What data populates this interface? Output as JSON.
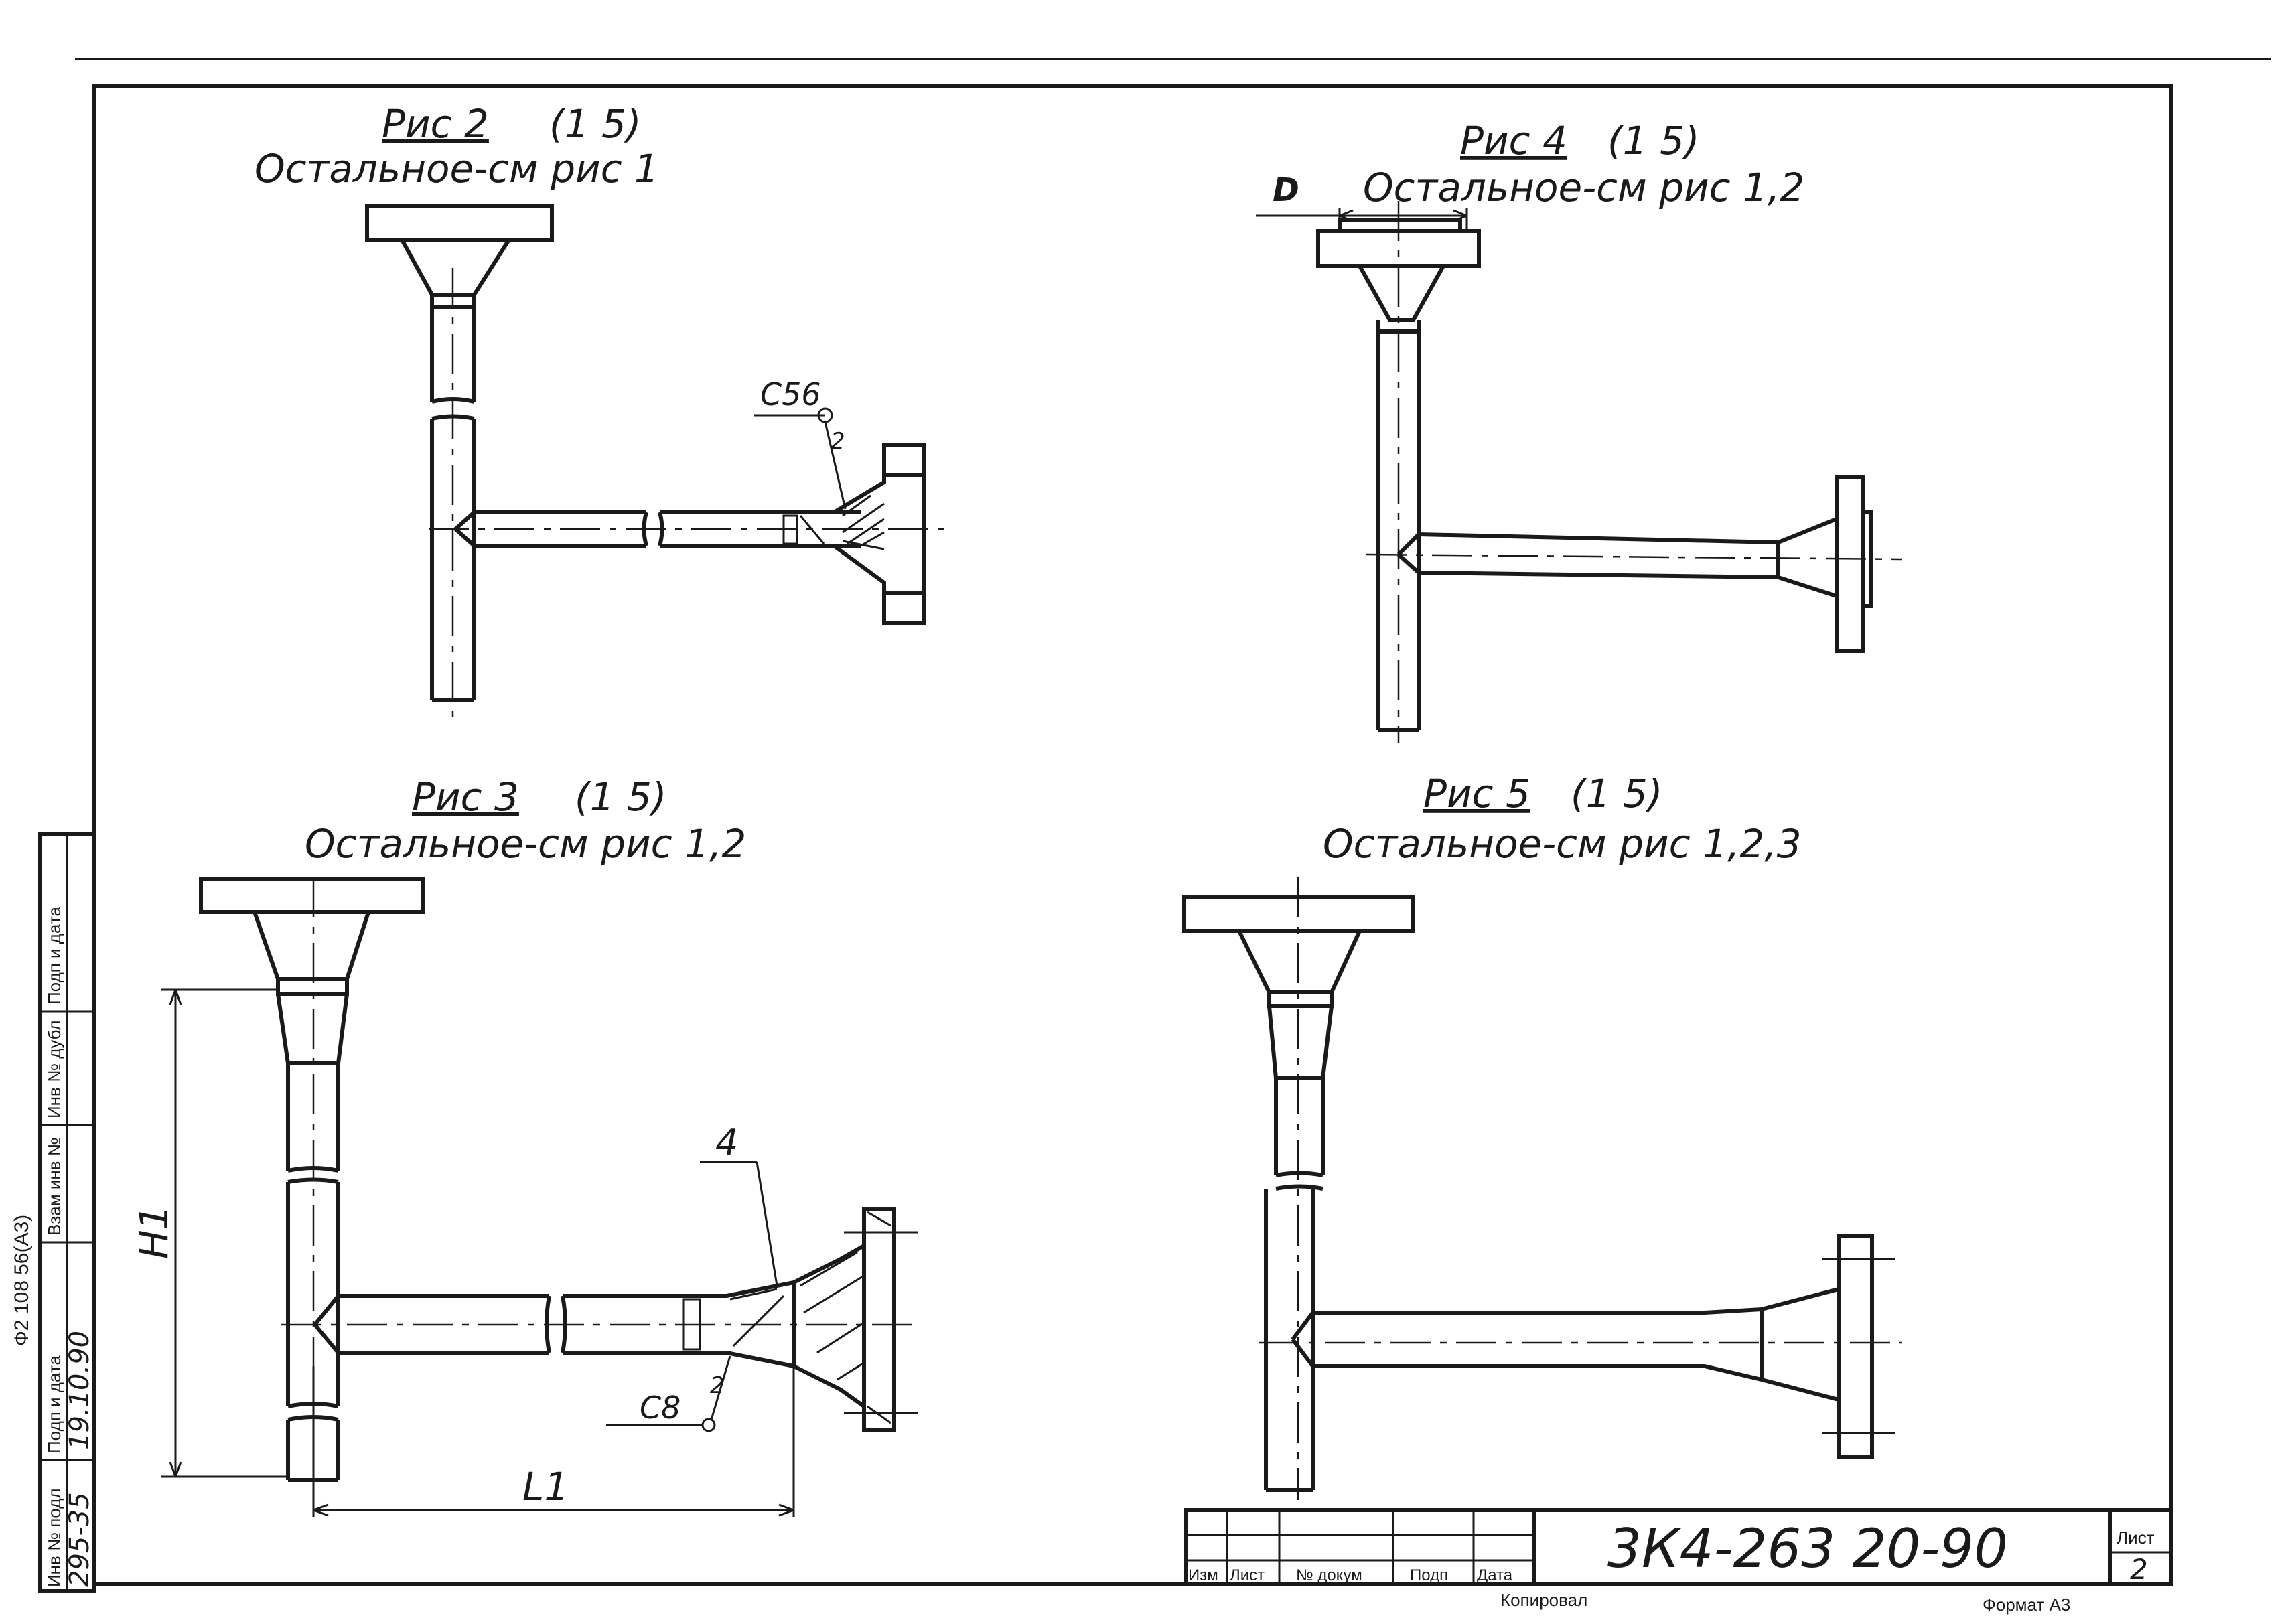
{
  "figures": {
    "fig2": {
      "title": "Рис 2",
      "scale": "(1 5)",
      "note": "Остальное-см рис 1",
      "weld_label": "С56",
      "weld_leg": "2"
    },
    "fig3": {
      "title": "Рис 3",
      "scale": "(1 5)",
      "note": "Остальное-см рис 1,2",
      "part_label": "4",
      "weld_label": "С8",
      "weld_leg": "2",
      "dim_height": "Н1",
      "dim_length": "L1"
    },
    "fig4": {
      "title": "Рис 4",
      "scale": "(1 5)",
      "note": "Остальное-см рис 1,2",
      "dim_diameter": "D"
    },
    "fig5": {
      "title": "Рис 5",
      "scale": "(1 5)",
      "note": "Остальное-см рис 1,2,3"
    }
  },
  "left_stamp": {
    "doc_code": "Ф2 108 56(А3)",
    "columns": [
      "Инв № подл",
      "Подп и дата",
      "Взам инв №",
      "Инв № дубл",
      "Подп и дата"
    ],
    "values": [
      "295-35",
      "19.10.90"
    ]
  },
  "title_block": {
    "headers": [
      "Изм",
      "Лист",
      "№ докум",
      "Подп",
      "Дата"
    ],
    "designation": "3К4-263 20-90",
    "sheet_label": "Лист",
    "sheet_number": "2"
  },
  "footer": {
    "copied": "Копировал",
    "format": "Формат А3"
  }
}
